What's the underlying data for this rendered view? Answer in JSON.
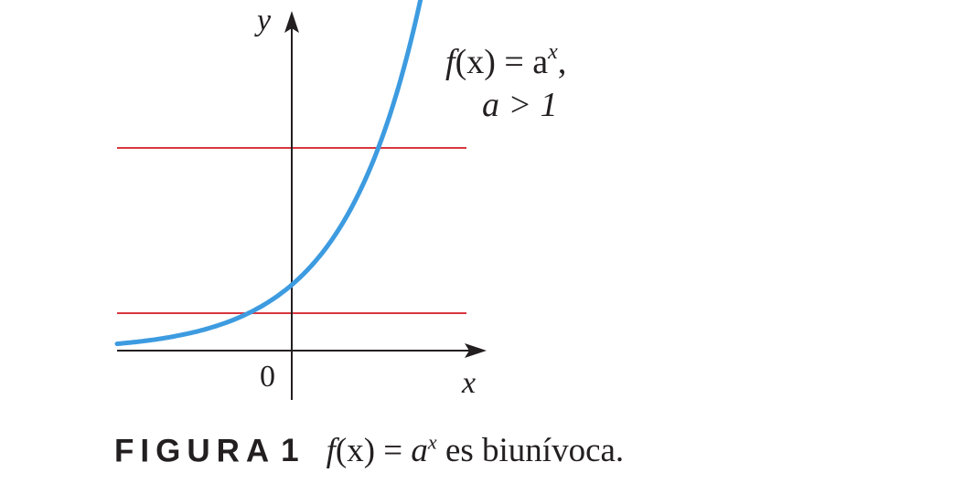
{
  "figure": {
    "axis_labels": {
      "x": "x",
      "y": "y",
      "origin": "0"
    },
    "curve_label": {
      "line1_f": "f",
      "line1_rest": "(x) = a",
      "line1_exp": "x",
      "line1_comma": ",",
      "line2": "a > 1"
    },
    "colors": {
      "curve": "#3d9be0",
      "horizontal_lines": "#d9363e",
      "axes": "#231f20"
    }
  },
  "chart_data": {
    "type": "line",
    "function": "f(x) = a^x, a > 1",
    "series": [
      {
        "name": "f(x) = a^x",
        "points": "increasing exponential curve, y-intercept at 1"
      }
    ],
    "horizontal_lines": 2
  },
  "caption": {
    "label": "FIGURA",
    "number": "1",
    "f": "f",
    "pre": "(x) = ",
    "a": "a",
    "exp": "x",
    "post": " es biunívoca."
  }
}
